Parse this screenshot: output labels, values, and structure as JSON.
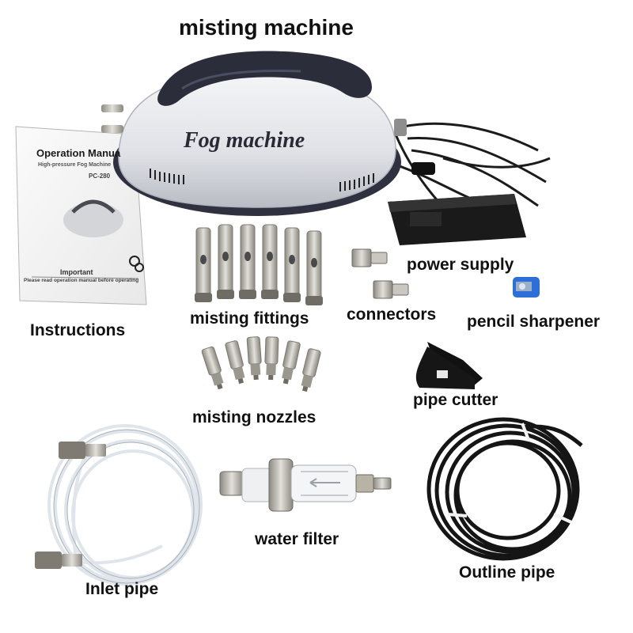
{
  "title": "misting machine",
  "device_text": "Fog machine",
  "manual": {
    "heading": "Operation Manua",
    "subheading": "High-pressure Fog Machine",
    "model": "PC-280",
    "important": "Important",
    "note": "Please read operation manual before operating"
  },
  "labels": {
    "instructions": "Instructions",
    "misting_fittings": "misting fittings",
    "connectors": "connectors",
    "power_supply": "power supply",
    "pencil_sharpener": "pencil sharpener",
    "pipe_cutter": "pipe cutter",
    "misting_nozzles": "misting nozzles",
    "inlet_pipe": "Inlet pipe",
    "water_filter": "water filter",
    "outline_pipe": "Outline pipe"
  },
  "colors": {
    "machine_body": "#e4e6ea",
    "machine_handle": "#2b2d3a",
    "brass": "#b9b6ad",
    "sharpener": "#2d6fd6",
    "cable": "#1b1b1b",
    "outline_pipe": "#151515",
    "inlet_pipe": "#e7ecef"
  }
}
